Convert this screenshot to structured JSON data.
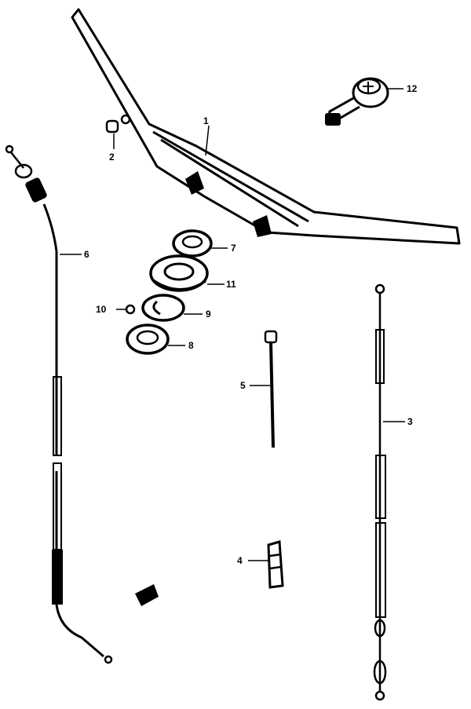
{
  "diagram": {
    "callouts": [
      {
        "id": "1",
        "text": "1"
      },
      {
        "id": "2",
        "text": "2"
      },
      {
        "id": "3",
        "text": "3"
      },
      {
        "id": "4",
        "text": "4"
      },
      {
        "id": "5",
        "text": "5"
      },
      {
        "id": "6",
        "text": "6"
      },
      {
        "id": "7",
        "text": "7"
      },
      {
        "id": "8",
        "text": "8"
      },
      {
        "id": "9",
        "text": "9"
      },
      {
        "id": "10",
        "text": "10"
      },
      {
        "id": "11",
        "text": "11"
      },
      {
        "id": "12",
        "text": "12"
      }
    ],
    "colors": {
      "ink": "#000000",
      "paper": "#ffffff"
    }
  }
}
